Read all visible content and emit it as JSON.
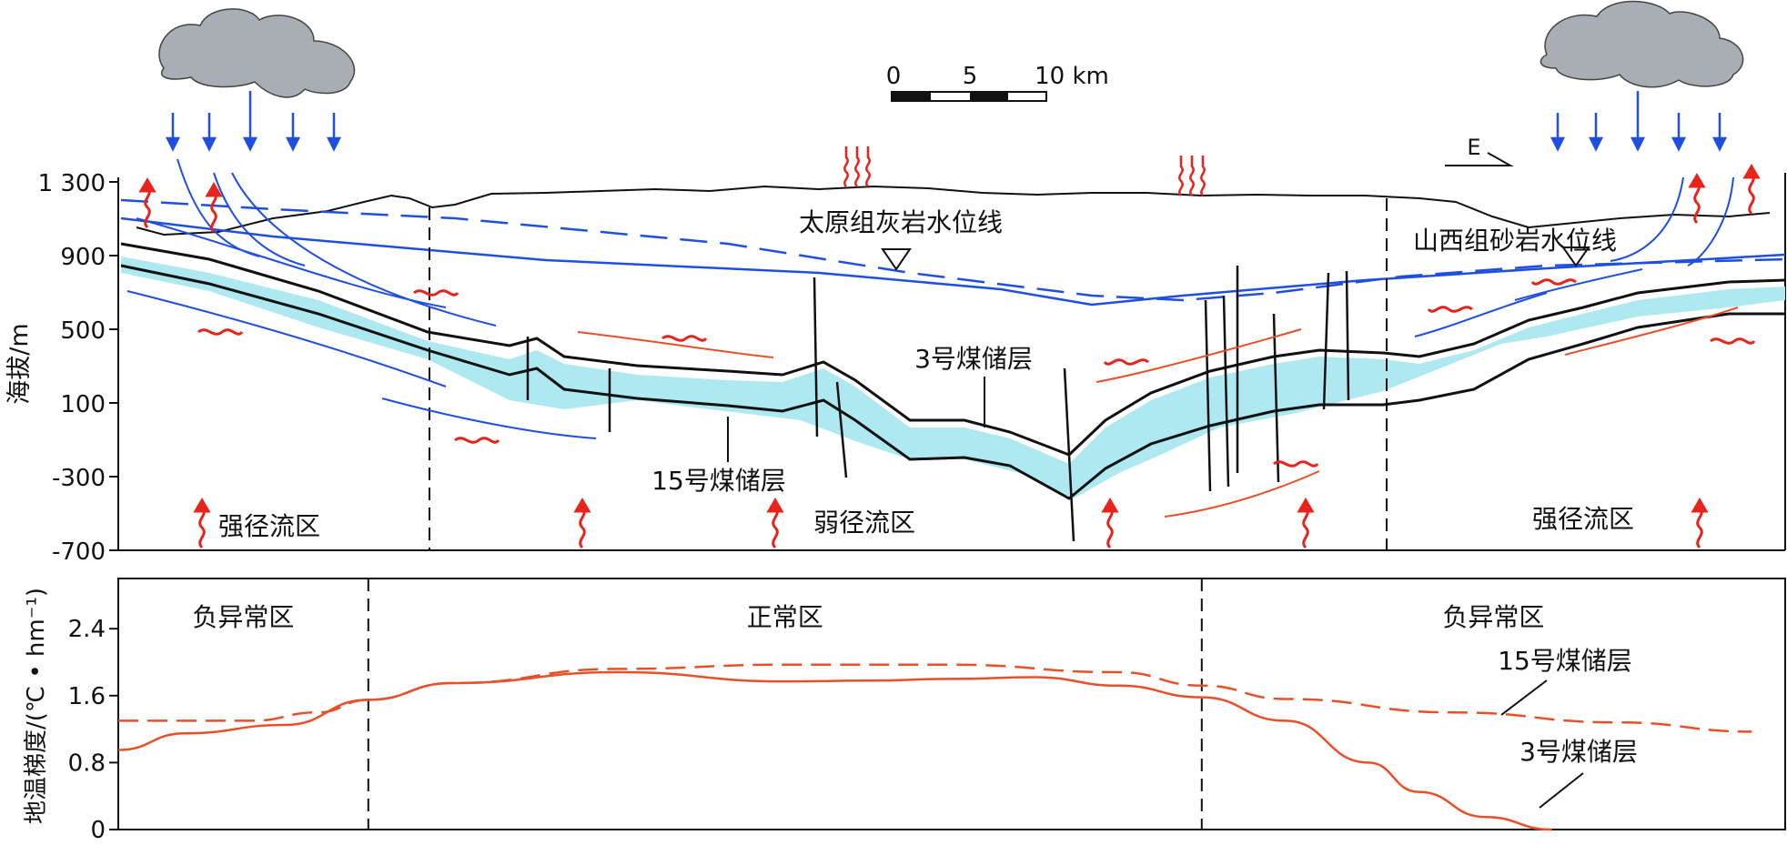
{
  "section_panel": {
    "ylabel": "海拔/m",
    "y_ticks": [
      "1 300",
      "900",
      "500",
      "100",
      "-300",
      "-700"
    ],
    "scale_bar": {
      "labels": [
        "0",
        "5",
        "10 km"
      ]
    },
    "direction_label": "E",
    "water_levels": {
      "taiyuan": "太原组灰岩水位线",
      "shanxi": "山西组砂岩水位线"
    },
    "seam_labels": {
      "seam3": "3号煤储层",
      "seam15": "15号煤储层"
    },
    "zones": [
      "强径流区",
      "弱径流区",
      "强径流区"
    ],
    "colors": {
      "aquifer": "#aee8f0",
      "rain": "#1f4fe0",
      "heat": "#e8231b",
      "cloud": "#a8aeb4"
    }
  },
  "chart_data": {
    "type": "line",
    "xlabel": "",
    "ylabel": "地温梯度/(℃ • hm⁻¹)",
    "y_ticks": [
      "2.4",
      "1.6",
      "0.8",
      "0"
    ],
    "ylim": [
      0,
      3.0
    ],
    "x_range": [
      0,
      100
    ],
    "zones": [
      {
        "label": "负异常区",
        "from": 0,
        "to": 15
      },
      {
        "label": "正常区",
        "from": 15,
        "to": 65
      },
      {
        "label": "负异常区",
        "from": 65,
        "to": 100
      }
    ],
    "series": [
      {
        "name": "15号煤储层",
        "style": "dashed",
        "color": "#e8502a",
        "x": [
          0,
          8,
          12,
          15,
          20,
          30,
          40,
          50,
          60,
          65,
          70,
          80,
          90,
          98
        ],
        "y": [
          1.3,
          1.3,
          1.4,
          1.55,
          1.75,
          1.92,
          1.97,
          1.97,
          1.88,
          1.72,
          1.56,
          1.4,
          1.28,
          1.17
        ]
      },
      {
        "name": "3号煤储层",
        "style": "solid",
        "color": "#e8502a",
        "x": [
          0,
          4,
          10,
          15,
          20,
          30,
          40,
          45,
          50,
          55,
          60,
          65,
          70,
          75,
          78,
          82,
          86
        ],
        "y": [
          0.95,
          1.15,
          1.25,
          1.55,
          1.75,
          1.88,
          1.77,
          1.78,
          1.8,
          1.82,
          1.72,
          1.58,
          1.3,
          0.8,
          0.45,
          0.15,
          0
        ]
      }
    ]
  }
}
